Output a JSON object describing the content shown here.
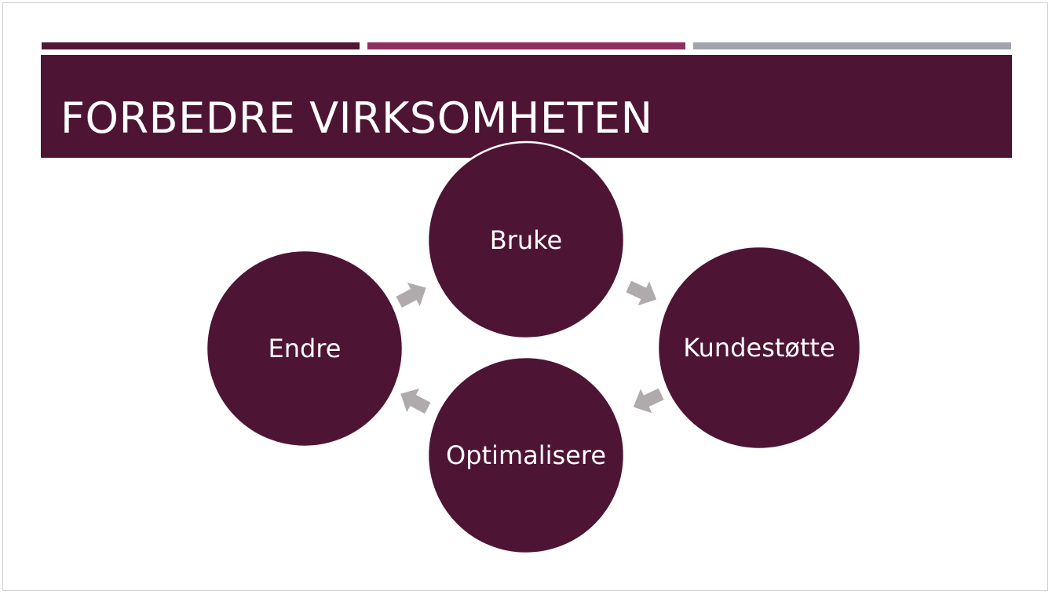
{
  "slide": {
    "title": "FORBEDRE VIRKSOMHETEN"
  },
  "colors": {
    "accent_dark": "#511633",
    "accent_magenta": "#8F2E62",
    "accent_gray": "#A0A5AC",
    "title_band": "#4E1434",
    "title_text": "#FFFFFF",
    "circle_fill": "#4E1434",
    "circle_stroke": "#FFFFFF",
    "arrow_fill": "#B1AAAC"
  },
  "cycle": {
    "nodes": [
      {
        "id": "bruke",
        "label": "Bruke"
      },
      {
        "id": "kundestotte",
        "label": "Kundestøtte"
      },
      {
        "id": "optimalisere",
        "label": "Optimalisere"
      },
      {
        "id": "endre",
        "label": "Endre"
      }
    ],
    "arrows": [
      {
        "from": "bruke",
        "to": "kundestotte"
      },
      {
        "from": "kundestotte",
        "to": "optimalisere"
      },
      {
        "from": "optimalisere",
        "to": "endre"
      },
      {
        "from": "endre",
        "to": "bruke"
      }
    ]
  }
}
